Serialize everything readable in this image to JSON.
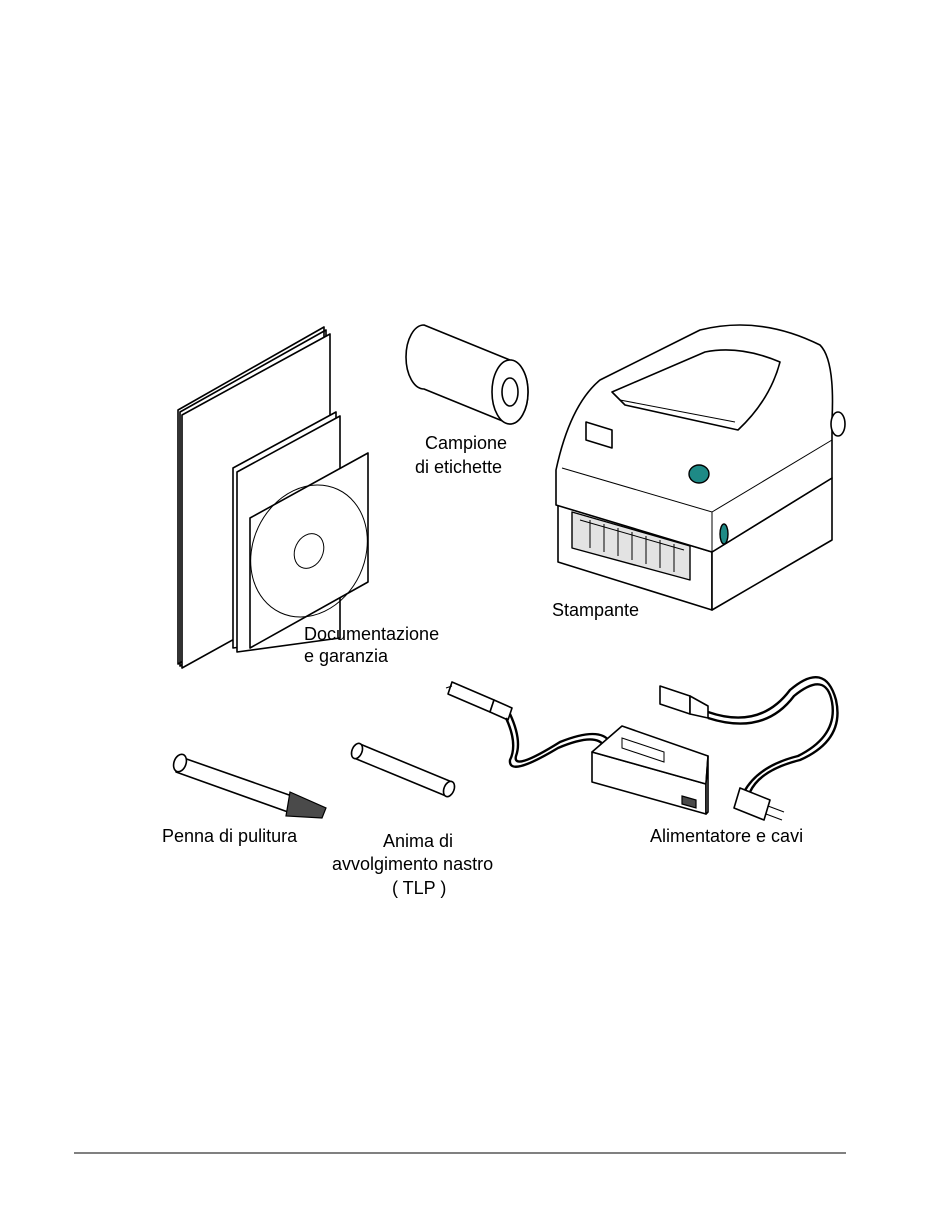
{
  "items": {
    "labels": {
      "line1": "Campione",
      "line2": "di etichette"
    },
    "printer": {
      "label": "Stampante"
    },
    "documentation": {
      "line1": "Documentazione",
      "line2": "e garanzia"
    },
    "cleaning_pen": {
      "label": "Penna di pulitura"
    },
    "ribbon_core": {
      "line1": "Anima di",
      "line2": "avvolgimento nastro",
      "line3": "( TLP )"
    },
    "power_supply": {
      "label": "Alimentatore e cavi"
    }
  },
  "colors": {
    "accent": "#1e8a86"
  }
}
